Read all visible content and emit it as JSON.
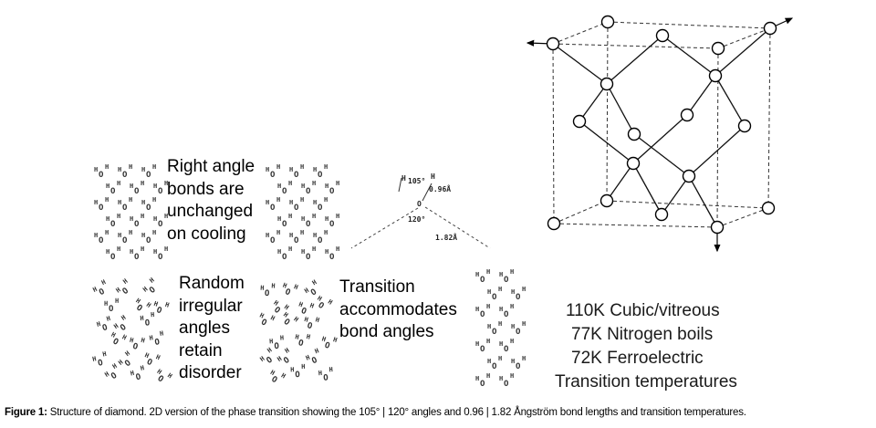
{
  "labels": {
    "right_angle": [
      "Right angle",
      "bonds are",
      "unchanged",
      "on cooling"
    ],
    "random": [
      "Random",
      "irregular",
      "angles",
      "retain",
      "disorder"
    ],
    "transition": [
      "Transition",
      "accommodates",
      "bond angles"
    ]
  },
  "molecule_geometry": {
    "angle_hoh": "105°",
    "bond_oh": "0.96Å",
    "angle_hb": "120°",
    "bond_hb": "1.82Å",
    "atom_h": "H",
    "atom_o": "O"
  },
  "temperatures": {
    "items": [
      "110K Cubic/vitreous",
      "77K Nitrogen boils",
      "72K Ferroelectric"
    ],
    "footer": "Transition temperatures"
  },
  "caption": {
    "label": "Figure 1:",
    "text": " Structure of diamond. 2D version of the phase transition showing the 105° | 120° angles and 0.96 | 1.82 Ångström bond lengths and transition temperatures."
  }
}
